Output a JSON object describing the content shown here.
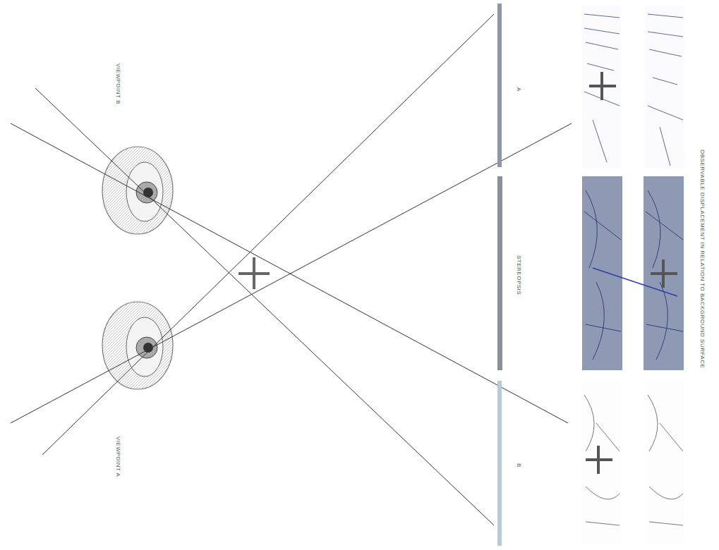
{
  "diagram": {
    "labels": [
      "VIEWPOINT B",
      "VIEWPOINT A",
      "A",
      "STEREOPSIS",
      "B",
      "OBSERVABLE DISPLACEMENT IN RELATION TO BACKGROUND SURFACE"
    ]
  }
}
